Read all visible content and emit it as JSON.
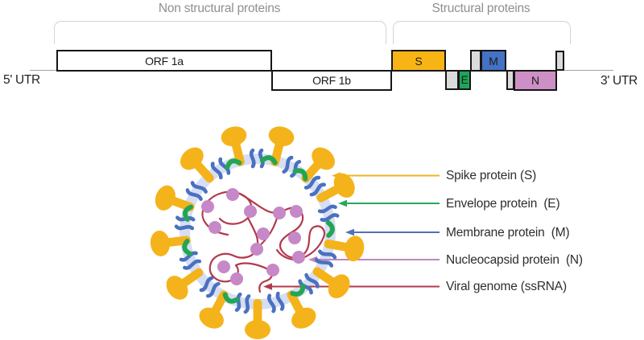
{
  "genome": {
    "non_structural_label": "Non structural proteins",
    "structural_label": "Structural proteins",
    "utr5_label": "5' UTR",
    "utr3_label": "3' UTR",
    "segments": [
      {
        "id": "orf1a",
        "label": "ORF 1a",
        "color": "#FFFFFF",
        "position": "above-line"
      },
      {
        "id": "orf1b",
        "label": "ORF 1b",
        "color": "#FFFFFF",
        "position": "below-line"
      },
      {
        "id": "s",
        "label": "S",
        "color": "#F7B414",
        "position": "above-line"
      },
      {
        "id": "e",
        "label": "E",
        "color": "#1EA659",
        "position": "below-line"
      },
      {
        "id": "m",
        "label": "M",
        "color": "#4472C4",
        "position": "above-line"
      },
      {
        "id": "n",
        "label": "N",
        "color": "#CE8EC6",
        "position": "below-line"
      }
    ],
    "spacer_color": "#DBDBDB"
  },
  "virion": {
    "membrane_color": "#D6DEF3",
    "spike_color": "#F5B31B",
    "membrane_protein_color": "#4A71C0",
    "envelope_protein_color": "#23A653",
    "genome_color": "#B23A4D",
    "nucleocapsid_color": "#C688C6",
    "nucleocapsid_positions": [
      [
        258,
        257
      ],
      [
        289,
        242
      ],
      [
        311,
        263
      ],
      [
        267,
        283
      ],
      [
        347,
        265
      ],
      [
        368,
        263
      ],
      [
        366,
        296
      ],
      [
        327,
        291
      ],
      [
        319,
        310
      ],
      [
        371,
        320
      ],
      [
        278,
        332
      ],
      [
        294,
        347
      ],
      [
        339,
        336
      ]
    ],
    "legend": [
      {
        "label": "Spike protein (S)",
        "color": "#EFB41F"
      },
      {
        "label": "Envelope protein  (E)",
        "color": "#27A85F"
      },
      {
        "label": "Membrane protein  (M)",
        "color": "#5070B8"
      },
      {
        "label": "Nucleocapsid protein  (N)",
        "color": "#BE87BF"
      },
      {
        "label": "Viral genome (ssRNA)",
        "color": "#B4394E"
      }
    ]
  }
}
